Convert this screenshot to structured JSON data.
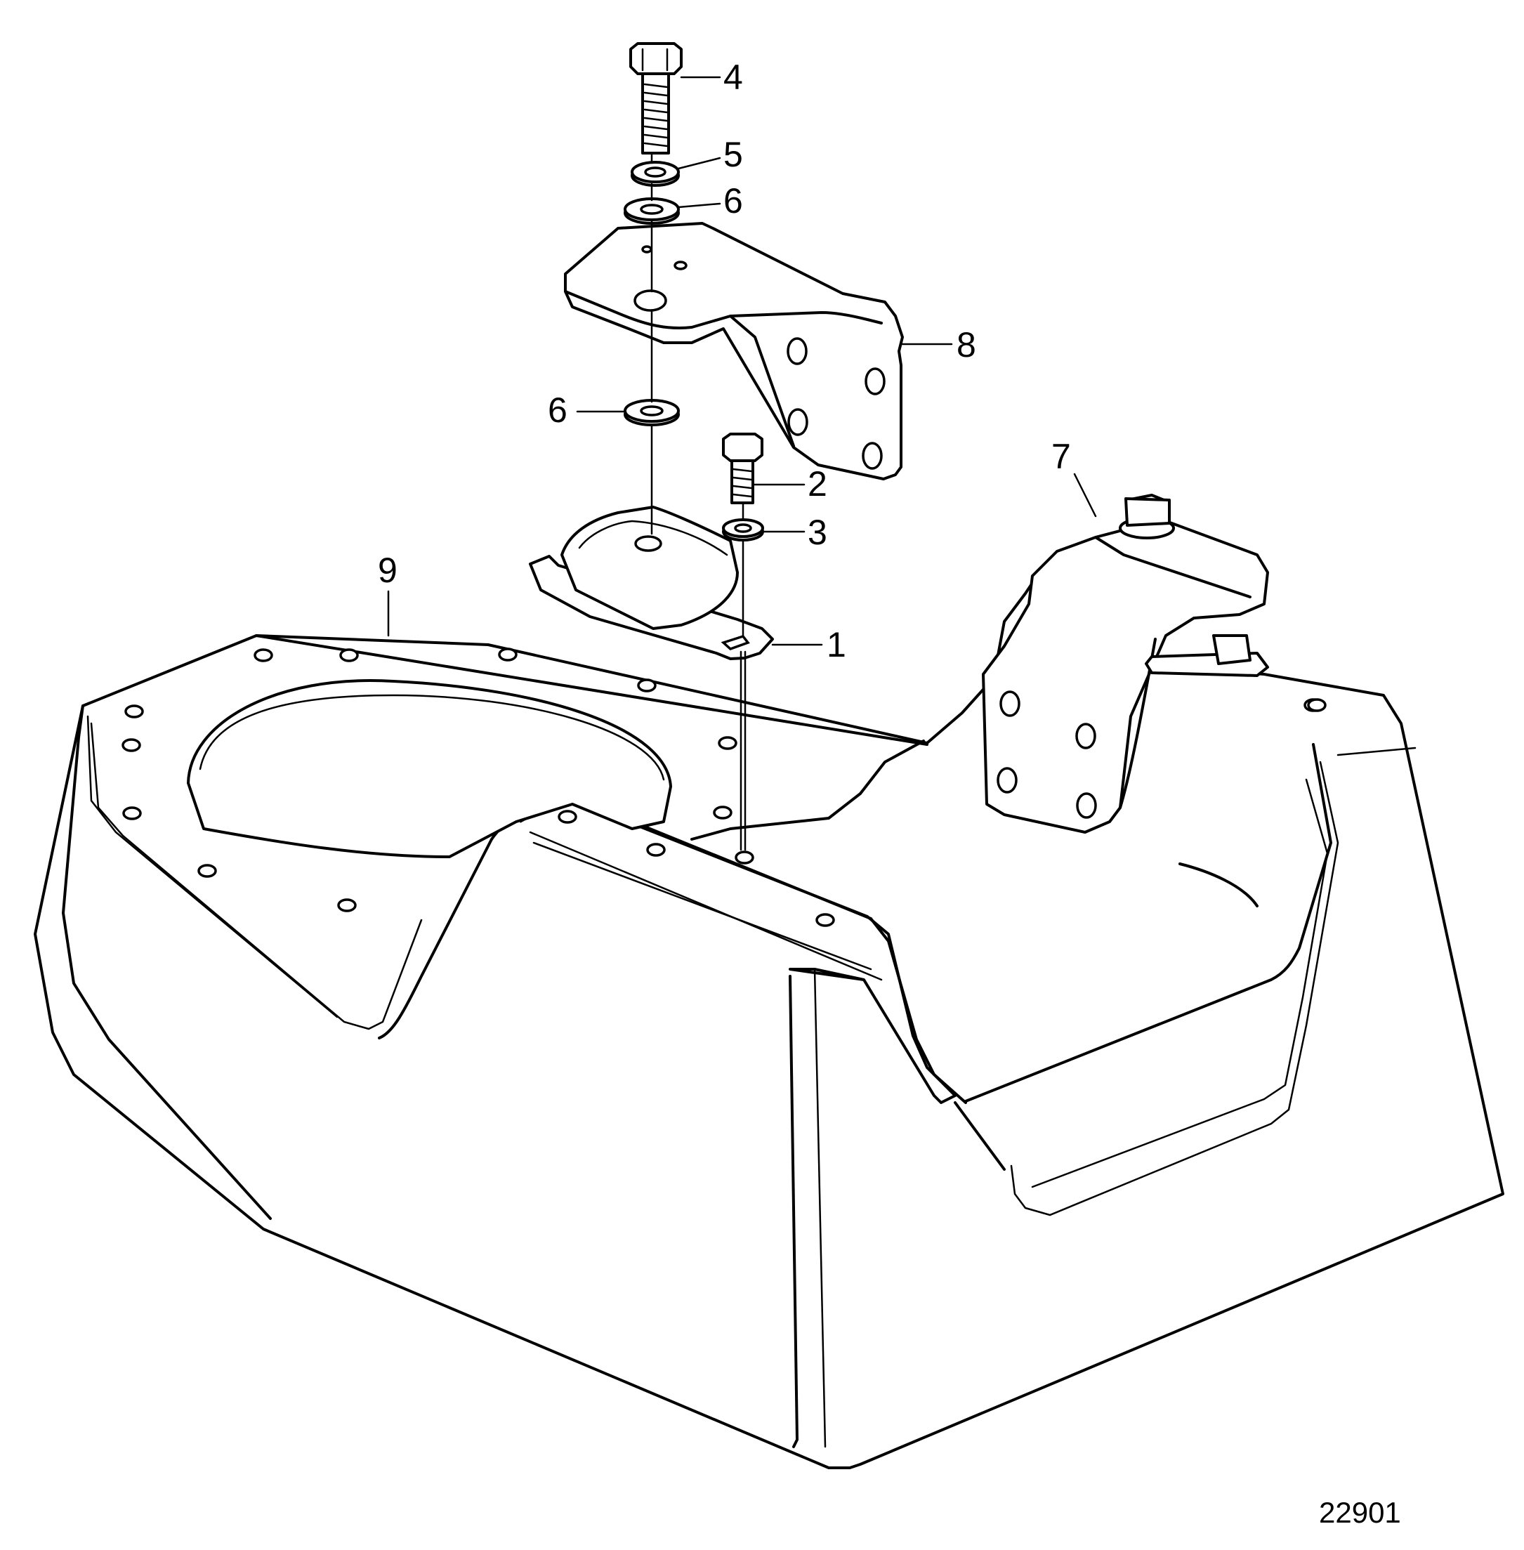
{
  "callouts": {
    "c1": "1",
    "c2": "2",
    "c3": "3",
    "c4": "4",
    "c5": "5",
    "c6a": "6",
    "c6b": "6",
    "c7": "7",
    "c8": "8",
    "c9": "9"
  },
  "figure_number": "22901"
}
